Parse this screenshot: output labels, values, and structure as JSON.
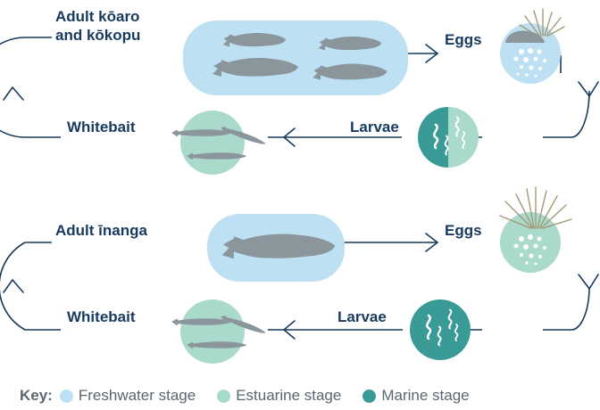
{
  "colors": {
    "line": "#173a5e",
    "freshwater": "#bde0f2",
    "estuarine": "#a9dacb",
    "marine": "#3a9a96",
    "fish": "#8a969c",
    "grass": "#a49a78",
    "bubbles": "#ffffff"
  },
  "cycle1": {
    "adult_label_line1": "Adult kōaro",
    "adult_label_line2": "and kōkopu",
    "eggs_label": "Eggs",
    "larvae_label": "Larvae",
    "whitebait_label": "Whitebait"
  },
  "cycle2": {
    "adult_label": "Adult īnanga",
    "eggs_label": "Eggs",
    "larvae_label": "Larvae",
    "whitebait_label": "Whitebait"
  },
  "key": {
    "title": "Key:",
    "items": [
      {
        "label": "Freshwater stage",
        "color": "#bde0f2"
      },
      {
        "label": "Estuarine stage",
        "color": "#a9dacb"
      },
      {
        "label": "Marine stage",
        "color": "#3a9a96"
      }
    ]
  }
}
